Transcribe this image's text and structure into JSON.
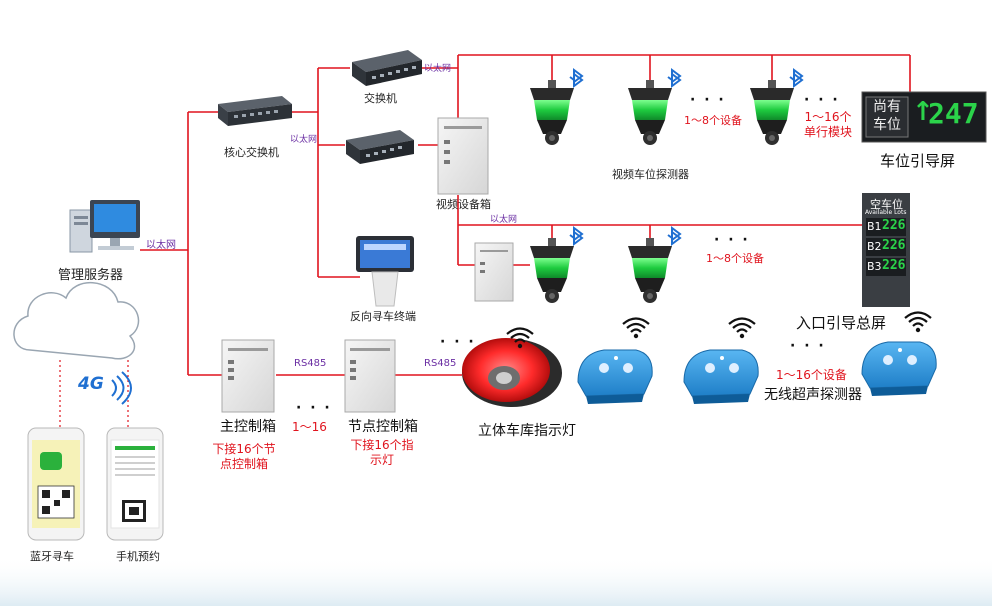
{
  "labels": {
    "management_server": "管理服务器",
    "core_switch": "核心交换机",
    "switch": "交换机",
    "video_box": "视频设备箱",
    "reverse_terminal": "反向寻车终端",
    "video_detector": "视频车位探测器",
    "space_guide_screen": "车位引导屏",
    "entrance_screen": "入口引导总屏",
    "main_control_box": "主控制箱",
    "node_control_box": "节点控制箱",
    "stereo_indicator": "立体车库指示灯",
    "ultrasonic_detector": "无线超声探测器",
    "bluetooth_search": "蓝牙寻车",
    "phone_reserve": "手机预约",
    "badge_4g": "4G"
  },
  "links": {
    "ethernet": "以太网",
    "rs485": "RS485"
  },
  "notes": {
    "devices_1_8": "1～8个设备",
    "devices_1_16": "1～16个设备",
    "modules_1_16": "1～16个单行模块",
    "range_1_16": "1～16",
    "main_box_note": "下接16个节点控制箱",
    "node_box_note": "下接16个指示灯",
    "ellipsis": "· · ·"
  },
  "screens": {
    "space_screen_cn": "尚有车位",
    "space_screen_value": "247",
    "entrance_title": "空车位",
    "entrance_subtitle": "Available Lots",
    "entrance_rows": [
      {
        "level": "B1",
        "value": "226"
      },
      {
        "level": "B2",
        "value": "226"
      },
      {
        "level": "B3",
        "value": "226"
      }
    ]
  },
  "colors": {
    "line": "#e0141e",
    "ethernet_text": "#6b2fa3",
    "led_green": "#2bd34a",
    "led_red": "#ff2b2b",
    "bluetooth": "#1f6fd1",
    "wifi": "#111111",
    "ultrasonic_body": "#3a9be0"
  }
}
